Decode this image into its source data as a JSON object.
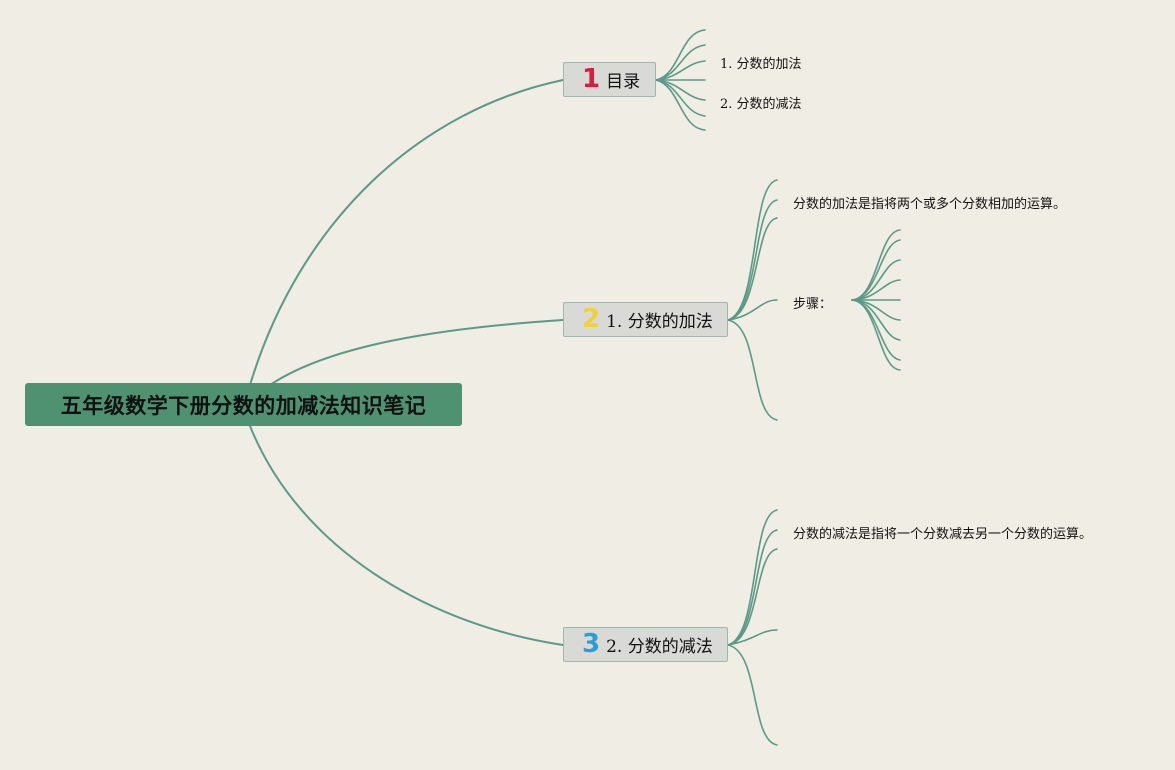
{
  "root": {
    "title": "五年级数学下册分数的加减法知识笔记"
  },
  "topics": [
    {
      "number": "1",
      "number_color": "#d61f3a",
      "label": "目录",
      "children": [
        "1. 分数的加法",
        "2. 分数的减法"
      ]
    },
    {
      "number": "2",
      "number_color": "#f3cf3a",
      "label": "1. 分数的加法",
      "children": [
        "分数的加法是指将两个或多个分数相加的运算。",
        "步骤："
      ]
    },
    {
      "number": "3",
      "number_color": "#2a9fd6",
      "label": "2. 分数的减法",
      "children": [
        "分数的减法是指将一个分数减去另一个分数的运算。"
      ]
    }
  ],
  "colors": {
    "background": "#f0ede4",
    "root": "#4f9271",
    "connector": "#5b9a88",
    "topic_bg": "#d9d9d6"
  }
}
